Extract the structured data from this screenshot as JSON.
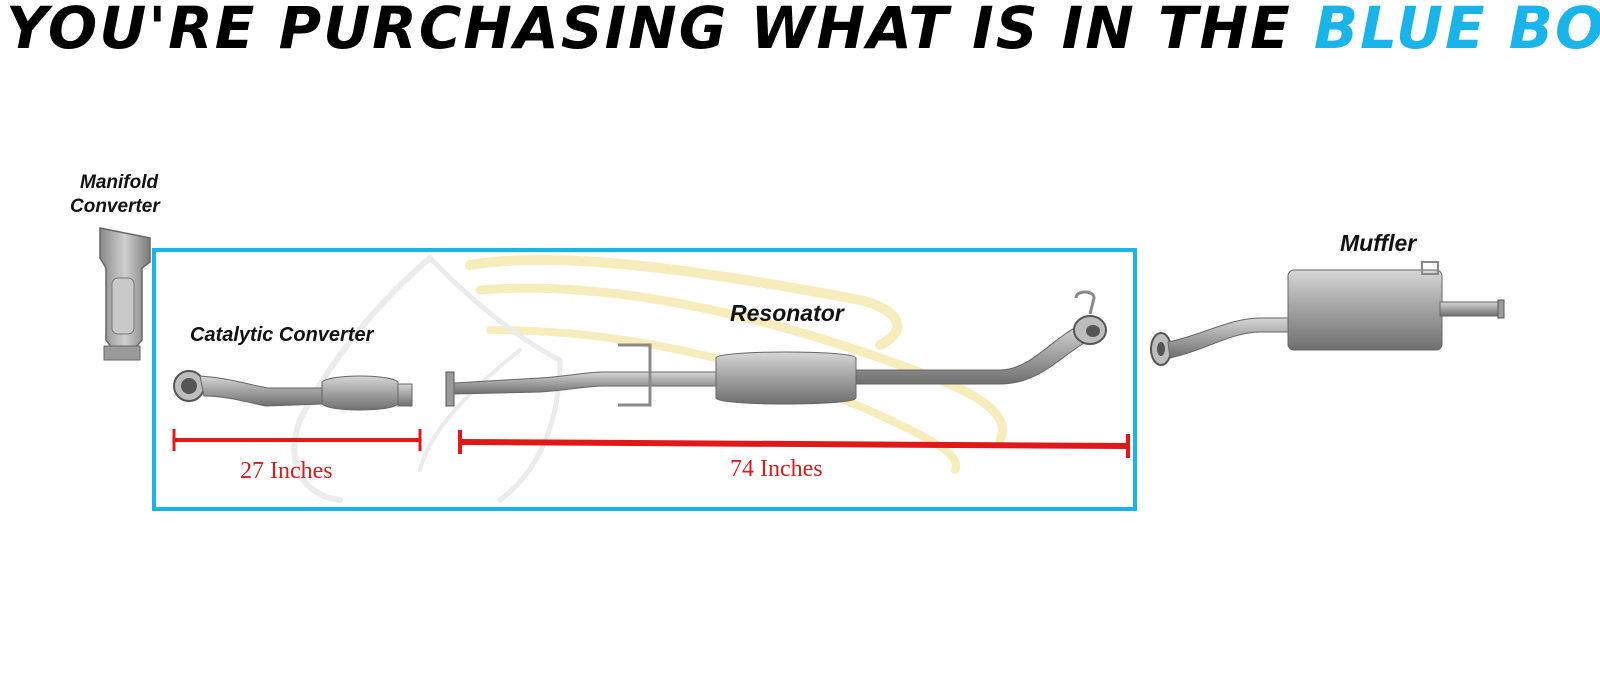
{
  "headline": {
    "main": "YOU'RE PURCHASING WHAT IS IN THE ",
    "accent": "BLUE BOX"
  },
  "labels": {
    "manifold_line1": "Manifold",
    "manifold_line2": "Converter",
    "catalytic": "Catalytic Converter",
    "resonator": "Resonator",
    "muffler": "Muffler"
  },
  "measurements": {
    "catalytic_length": "27 Inches",
    "pipe_length": "74 Inches"
  },
  "colors": {
    "accent": "#19b5ea",
    "measure": "#e01818",
    "metal": "#9a9a9a",
    "watermark": "#f3e6a0"
  }
}
